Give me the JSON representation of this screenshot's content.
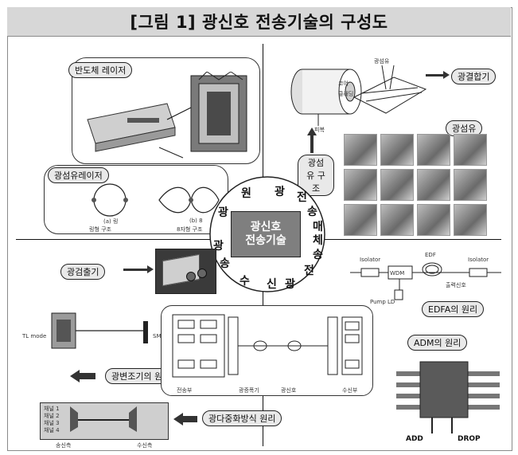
{
  "title": "[그림 1] 광신호 전송기술의 구성도",
  "center": {
    "line1": "광신호",
    "line2": "전송기술"
  },
  "ring_chars": [
    "원",
    "광",
    "전",
    "송",
    "매",
    "체",
    "송",
    "전",
    "광",
    "신",
    "수",
    "송",
    "광",
    "광"
  ],
  "top_left": {
    "laser_tag": "반도체 레이저",
    "fiber_laser_tag": "광섬유레이저",
    "fiber_laser_a": "(a) 링",
    "fiber_laser_b": "(b) 8",
    "fiber_laser_c": "링형 구조",
    "fiber_laser_d": "8자형 구조"
  },
  "top_right": {
    "fiber_structure_tag": "광섬유 구조",
    "coupler_tag": "광결합기",
    "fiber_parts": [
      "코어",
      "클래딩",
      "피복"
    ],
    "fiber_tag": "광섬유"
  },
  "bottom_left": {
    "detector_tag": "광검출기",
    "modulator_tag": "광변조기의 원리",
    "tl_mode": "TL mode",
    "sm_mode": "SM mode",
    "wdm_tag": "광다중화방식 원리",
    "tx_label": "송신측",
    "rx_label": "수신측",
    "channels": [
      "채널 1",
      "채널 2",
      "채널 3",
      "채널 4"
    ],
    "system_labels": [
      "전송부",
      "광증폭기",
      "광신호",
      "수신부"
    ]
  },
  "bottom_right": {
    "isolator1": "Isolator",
    "edf": "EDF",
    "isolator2": "Isolator",
    "wdm": "WDM",
    "pump": "Pump LD",
    "out": "출력신호",
    "edfa_tag": "EDFA의 원리",
    "adm_tag": "ADM의 원리",
    "add": "ADD",
    "drop": "DROP"
  }
}
